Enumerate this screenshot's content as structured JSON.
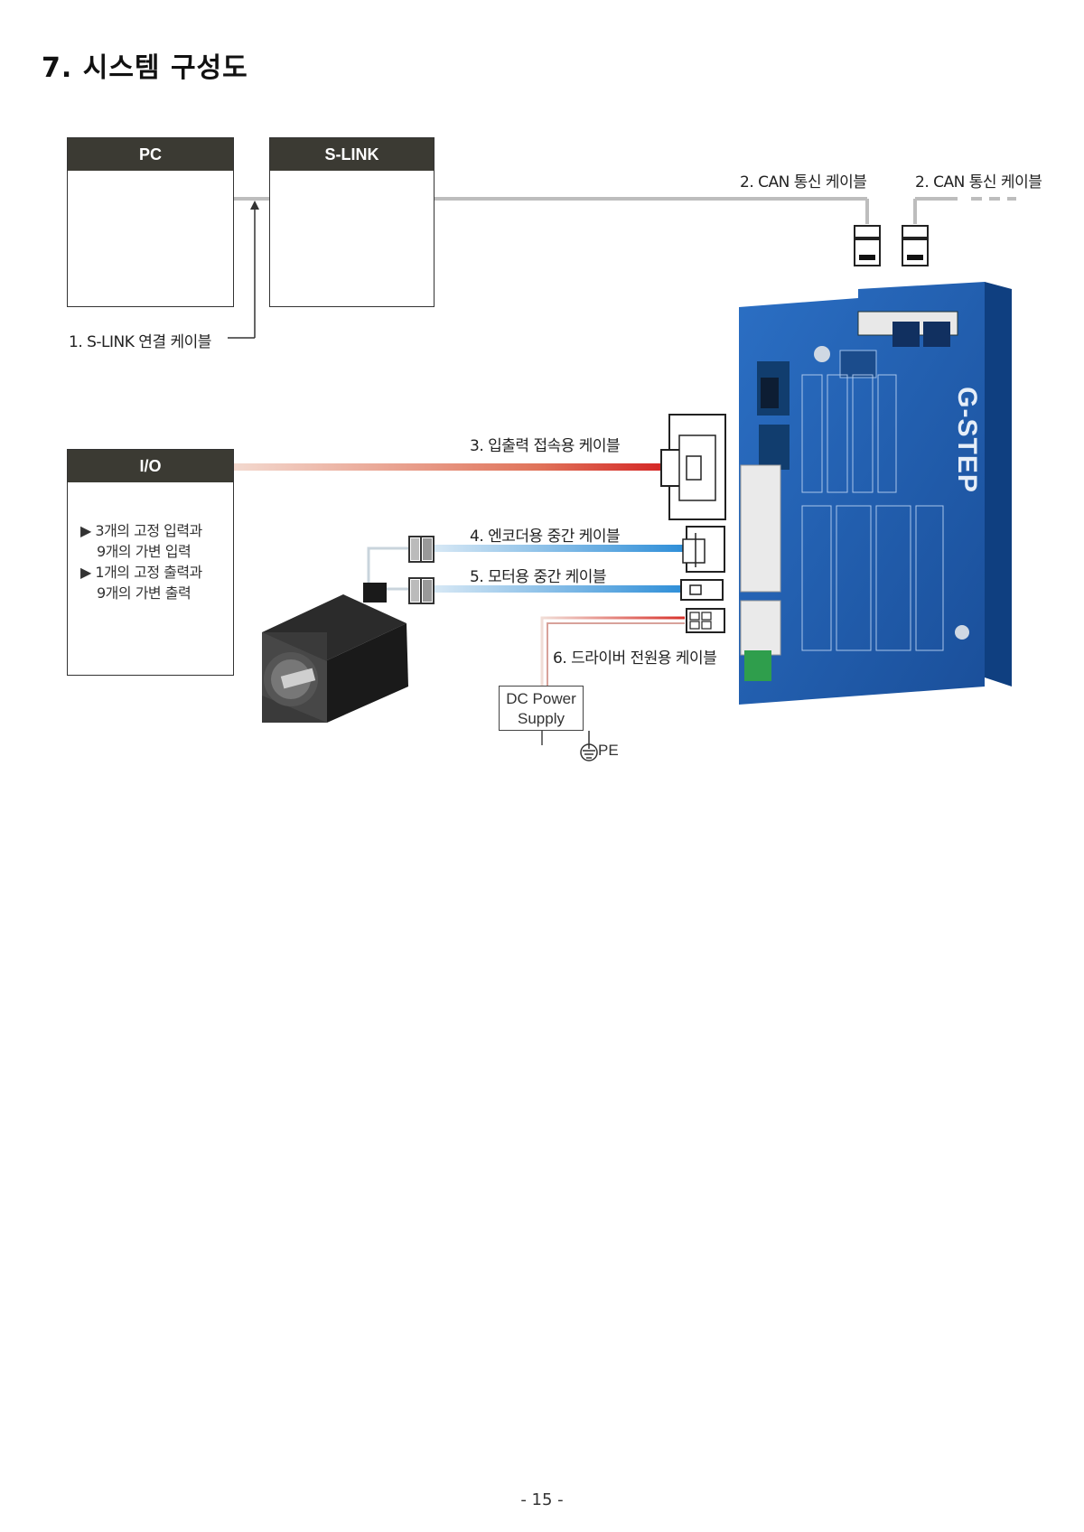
{
  "section_title": "7. 시스템 구성도",
  "boxes": {
    "pc": {
      "label": "PC"
    },
    "slink": {
      "label": "S-LINK"
    },
    "io": {
      "label": "I/O",
      "lines": [
        "▶ 3개의 고정 입력과",
        "9개의 가변 입력",
        "▶ 1개의 고정 출력과",
        "9개의 가변 출력"
      ]
    }
  },
  "cables": {
    "slink_cable": "1. S-LINK 연결 케이블",
    "can_cable_1": "2. CAN 통신 케이블",
    "can_cable_2": "2. CAN 통신 케이블",
    "io_cable": "3. 입출력 접속용 케이블",
    "encoder_cable": "4. 엔코더용 중간 케이블",
    "motor_cable": "5. 모터용 중간 케이블",
    "power_cable": "6. 드라이버 전원용 케이블"
  },
  "power": {
    "line1": "DC Power",
    "line2": "Supply",
    "ground": "PE"
  },
  "driver": {
    "brand": "G-STEP"
  },
  "page_number": "- 15 -",
  "colors": {
    "header_bg": "#3b3a33",
    "driver_blue": "#1f5fb0",
    "cable_gray": "#bdbdbd",
    "cable_red": "#d9342b",
    "cable_blue": "#3f95d6"
  }
}
